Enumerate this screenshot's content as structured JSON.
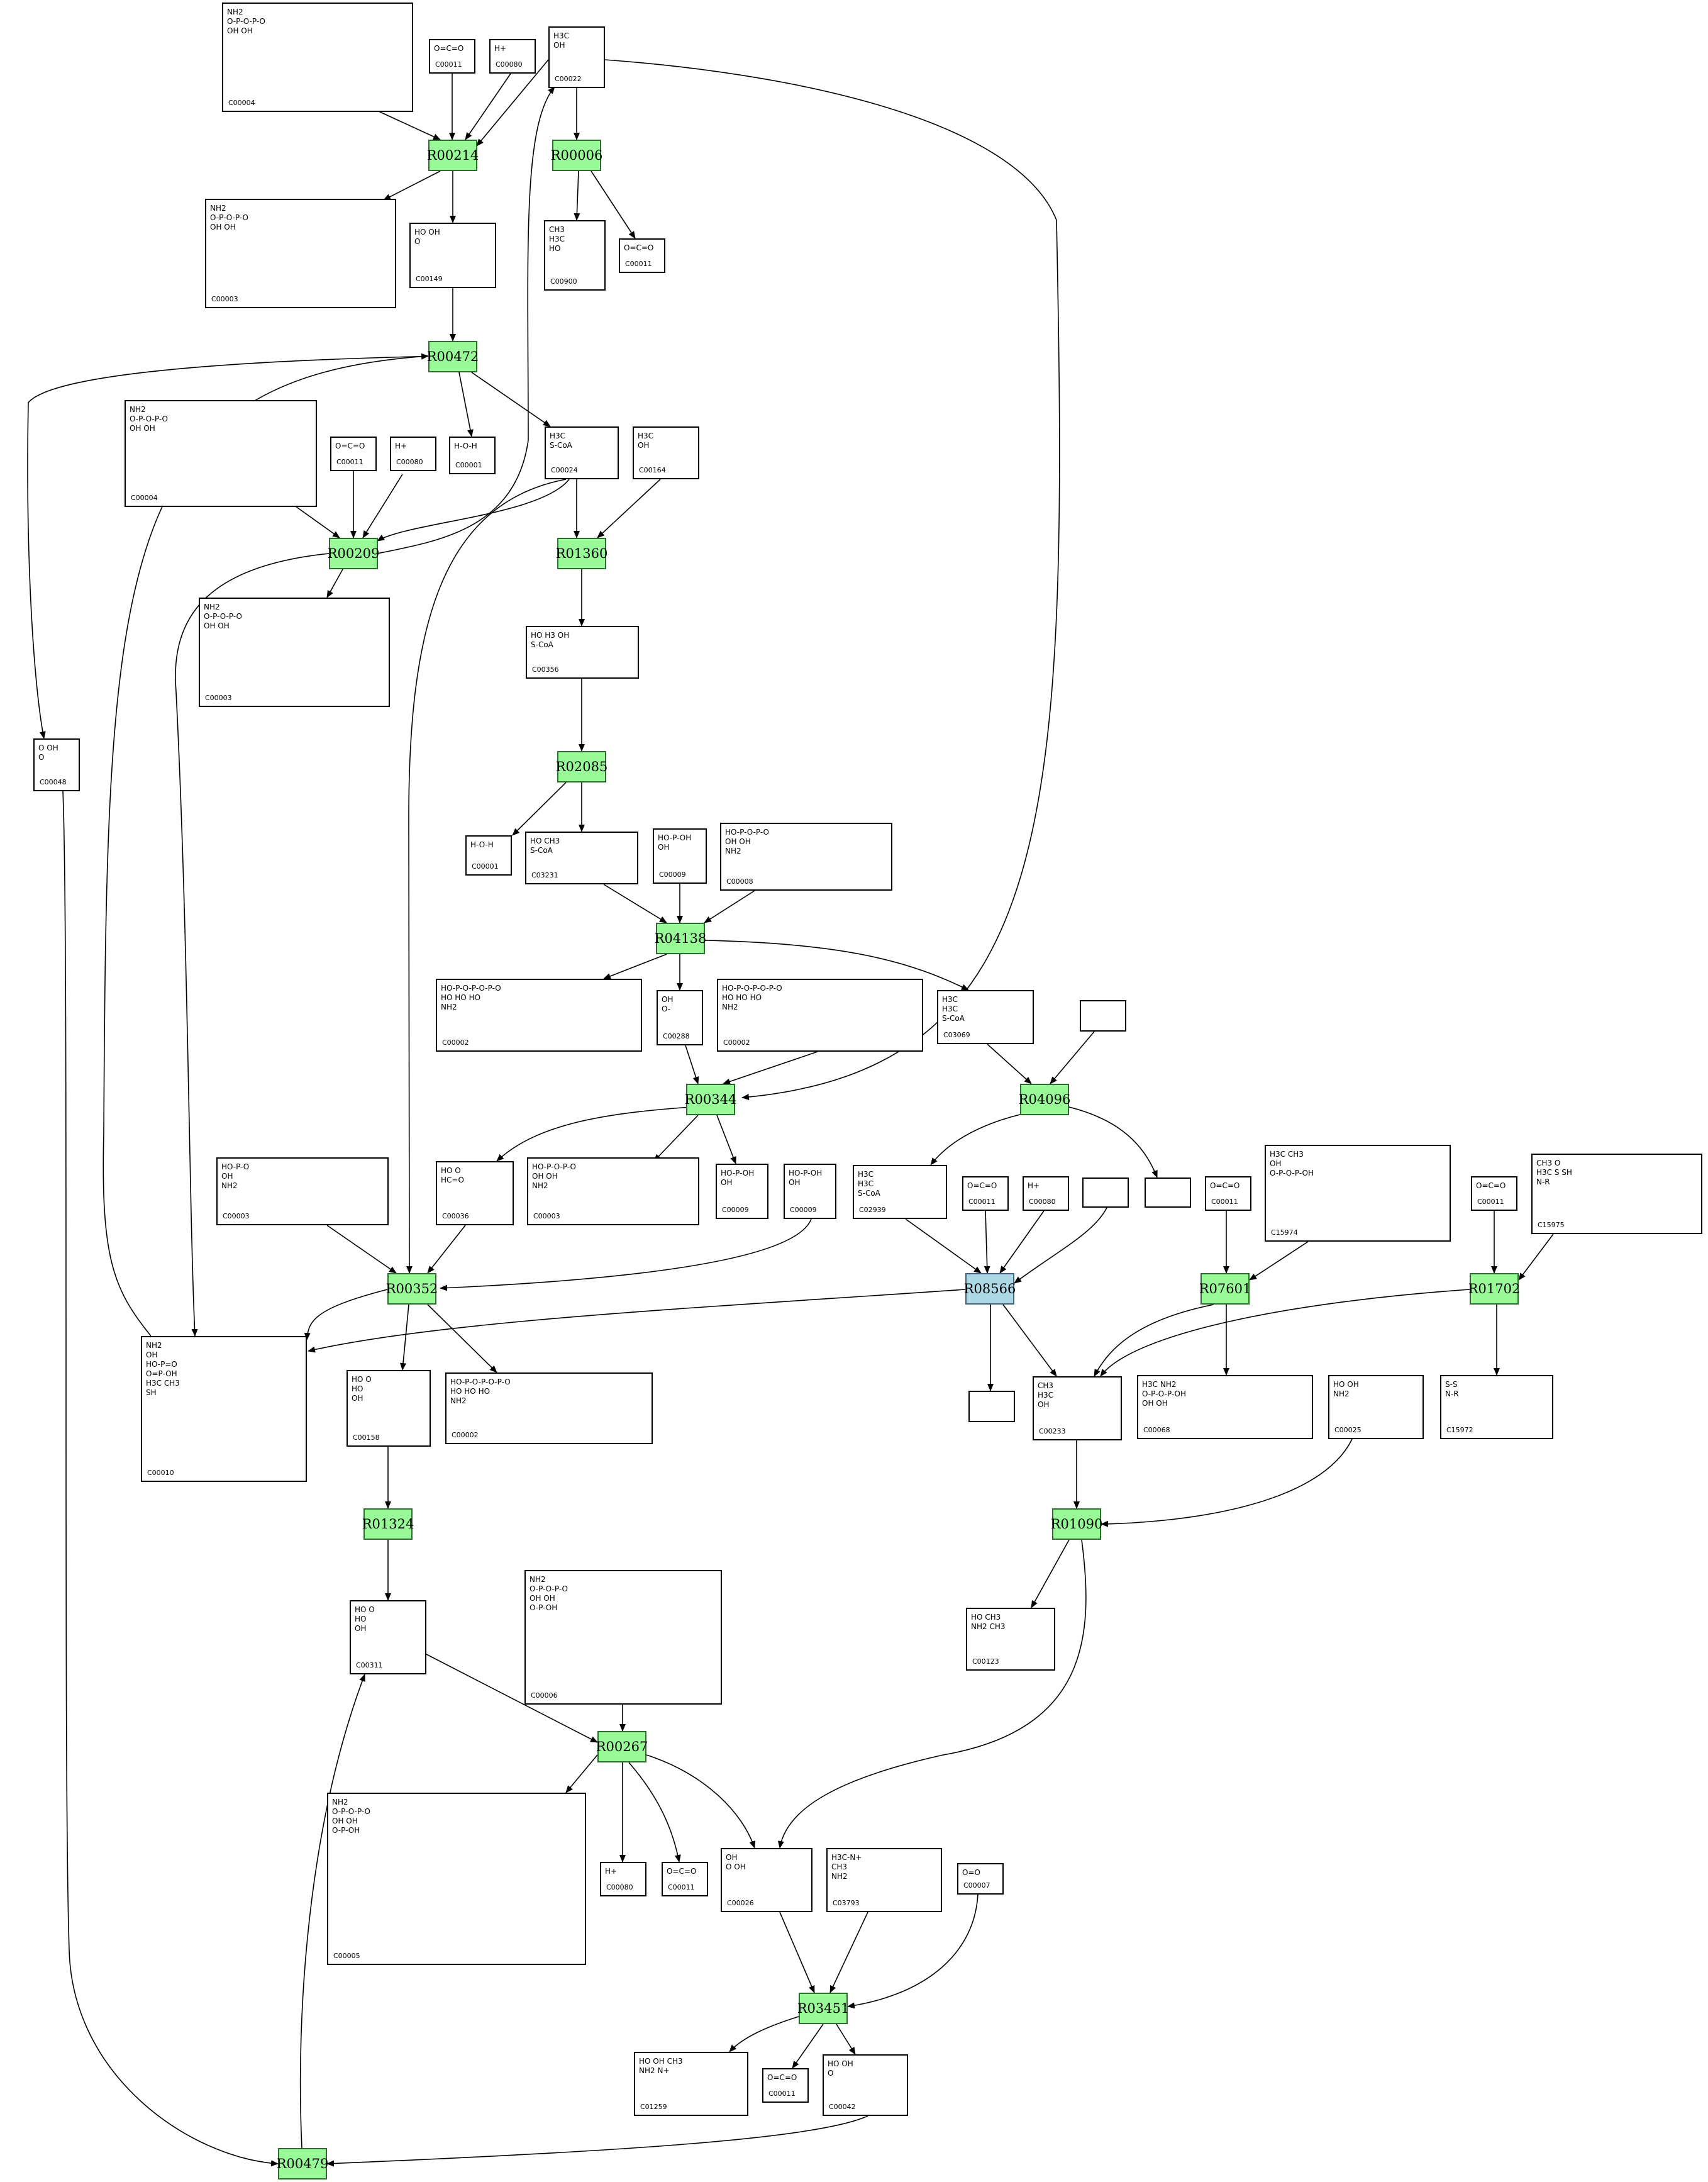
{
  "reactions": [
    {
      "id": "r00214",
      "label": "R00214"
    },
    {
      "id": "r00006",
      "label": "R00006"
    },
    {
      "id": "r00472",
      "label": "R00472"
    },
    {
      "id": "r00209",
      "label": "R00209"
    },
    {
      "id": "r01360",
      "label": "R01360"
    },
    {
      "id": "r02085",
      "label": "R02085"
    },
    {
      "id": "r04138",
      "label": "R04138"
    },
    {
      "id": "r00344",
      "label": "R00344"
    },
    {
      "id": "r04096",
      "label": "R04096"
    },
    {
      "id": "r08566",
      "label": "R08566",
      "color": "#add8e6"
    },
    {
      "id": "r07601",
      "label": "R07601"
    },
    {
      "id": "r01702",
      "label": "R01702"
    },
    {
      "id": "r00352",
      "label": "R00352"
    },
    {
      "id": "r01324",
      "label": "R01324"
    },
    {
      "id": "r01090",
      "label": "R01090"
    },
    {
      "id": "r00267",
      "label": "R00267"
    },
    {
      "id": "r03451",
      "label": "R03451"
    },
    {
      "id": "r00479",
      "label": "R00479"
    }
  ],
  "compounds": [
    {
      "id": "c00004a",
      "code": "C00004",
      "text": [
        "NH2",
        "O-P-O-P-O",
        "OH  OH"
      ]
    },
    {
      "id": "c00011a",
      "code": "C00011",
      "text": [
        "O=C=O"
      ]
    },
    {
      "id": "c00080a",
      "code": "C00080",
      "text": [
        "H+"
      ]
    },
    {
      "id": "c00022",
      "code": "C00022",
      "text": [
        "H3C",
        "OH"
      ]
    },
    {
      "id": "c00003a",
      "code": "C00003",
      "text": [
        "NH2",
        "O-P-O-P-O",
        "OH  OH"
      ]
    },
    {
      "id": "c00149",
      "code": "C00149",
      "text": [
        "HO  OH",
        "O"
      ]
    },
    {
      "id": "c00900",
      "code": "C00900",
      "text": [
        "CH3",
        "H3C",
        "HO"
      ]
    },
    {
      "id": "c00011b",
      "code": "C00011",
      "text": [
        "O=C=O"
      ]
    },
    {
      "id": "c00004b",
      "code": "C00004",
      "text": [
        "NH2",
        "O-P-O-P-O",
        "OH  OH"
      ]
    },
    {
      "id": "c00011c",
      "code": "C00011",
      "text": [
        "O=C=O"
      ]
    },
    {
      "id": "c00080b",
      "code": "C00080",
      "text": [
        "H+"
      ]
    },
    {
      "id": "c00001a",
      "code": "C00001",
      "text": [
        "H-O-H"
      ]
    },
    {
      "id": "c00024",
      "code": "C00024",
      "text": [
        "H3C",
        "S-CoA"
      ]
    },
    {
      "id": "c00164",
      "code": "C00164",
      "text": [
        "H3C",
        "OH"
      ]
    },
    {
      "id": "c00003b",
      "code": "C00003",
      "text": [
        "NH2",
        "O-P-O-P-O",
        "OH  OH"
      ]
    },
    {
      "id": "c00048",
      "code": "C00048",
      "text": [
        "O  OH",
        "O"
      ]
    },
    {
      "id": "c00356",
      "code": "C00356",
      "text": [
        "HO  H3  OH",
        "S-CoA"
      ]
    },
    {
      "id": "c00001b",
      "code": "C00001",
      "text": [
        "H-O-H"
      ]
    },
    {
      "id": "c03231",
      "code": "C03231",
      "text": [
        "HO  CH3",
        "S-CoA"
      ]
    },
    {
      "id": "c00009a",
      "code": "C00009",
      "text": [
        "HO-P-OH",
        "OH"
      ]
    },
    {
      "id": "c00008",
      "code": "C00008",
      "text": [
        "HO-P-O-P-O",
        "OH  OH",
        "NH2"
      ]
    },
    {
      "id": "c00002a",
      "code": "C00002",
      "text": [
        "HO-P-O-P-O-P-O",
        "HO HO HO",
        "NH2"
      ]
    },
    {
      "id": "c00288",
      "code": "C00288",
      "text": [
        "OH",
        "O-"
      ]
    },
    {
      "id": "c00002b",
      "code": "C00002",
      "text": [
        "HO-P-O-P-O-P-O",
        "HO HO HO",
        "NH2"
      ]
    },
    {
      "id": "c03069",
      "code": "C03069",
      "text": [
        "H3C",
        "H3C",
        "S-CoA"
      ]
    },
    {
      "id": "cblank1",
      "code": "",
      "text": []
    },
    {
      "id": "c00003c",
      "code": "C00003",
      "text": [
        "HO-P-O",
        "OH",
        "NH2"
      ]
    },
    {
      "id": "c00036",
      "code": "C00036",
      "text": [
        "HO  O",
        "HC=O"
      ]
    },
    {
      "id": "c00003d",
      "code": "C00003",
      "text": [
        "HO-P-O-P-O",
        "OH  OH",
        "NH2"
      ]
    },
    {
      "id": "c00009b",
      "code": "C00009",
      "text": [
        "HO-P-OH",
        "OH"
      ]
    },
    {
      "id": "c00009c",
      "code": "C00009",
      "text": [
        "HO-P-OH",
        "OH"
      ]
    },
    {
      "id": "c02939",
      "code": "C02939",
      "text": [
        "H3C",
        "H3C",
        "S-CoA"
      ]
    },
    {
      "id": "c00011d",
      "code": "C00011",
      "text": [
        "O=C=O"
      ]
    },
    {
      "id": "c00080c",
      "code": "C00080",
      "text": [
        "H+"
      ]
    },
    {
      "id": "cblank2",
      "code": "",
      "text": []
    },
    {
      "id": "cblank3",
      "code": "",
      "text": []
    },
    {
      "id": "c00011e",
      "code": "C00011",
      "text": [
        "O=C=O"
      ]
    },
    {
      "id": "c15974",
      "code": "C15974",
      "text": [
        "H3C  CH3",
        "OH",
        "O-P-O-P-OH"
      ]
    },
    {
      "id": "c00011f",
      "code": "C00011",
      "text": [
        "O=C=O"
      ]
    },
    {
      "id": "c15975",
      "code": "C15975",
      "text": [
        "CH3  O",
        "H3C   S   SH",
        "N-R"
      ]
    },
    {
      "id": "c00010",
      "code": "C00010",
      "text": [
        "NH2",
        "OH",
        "HO-P=O",
        "O=P-OH",
        "H3C  CH3",
        "SH"
      ]
    },
    {
      "id": "c00158",
      "code": "C00158",
      "text": [
        "HO  O",
        "HO",
        "OH"
      ]
    },
    {
      "id": "c00002c",
      "code": "C00002",
      "text": [
        "HO-P-O-P-O-P-O",
        "HO HO HO",
        "NH2"
      ]
    },
    {
      "id": "cblank4",
      "code": "",
      "text": []
    },
    {
      "id": "c00233",
      "code": "C00233",
      "text": [
        "CH3",
        "H3C",
        "OH"
      ]
    },
    {
      "id": "c00068",
      "code": "C00068",
      "text": [
        "H3C  NH2",
        "O-P-O-P-OH",
        "OH  OH"
      ]
    },
    {
      "id": "c00025",
      "code": "C00025",
      "text": [
        "HO   OH",
        "NH2"
      ]
    },
    {
      "id": "c15972",
      "code": "C15972",
      "text": [
        "S-S",
        "N-R"
      ]
    },
    {
      "id": "c00311",
      "code": "C00311",
      "text": [
        "HO  O",
        "HO",
        "OH"
      ]
    },
    {
      "id": "c00006",
      "code": "C00006",
      "text": [
        "NH2",
        "O-P-O-P-O",
        "OH  OH",
        "O-P-OH"
      ]
    },
    {
      "id": "c00123",
      "code": "C00123",
      "text": [
        "HO  CH3",
        "NH2 CH3"
      ]
    },
    {
      "id": "c00005",
      "code": "C00005",
      "text": [
        "NH2",
        "O-P-O-P-O",
        "OH  OH",
        "O-P-OH"
      ]
    },
    {
      "id": "c00080d",
      "code": "C00080",
      "text": [
        "H+"
      ]
    },
    {
      "id": "c00011g",
      "code": "C00011",
      "text": [
        "O=C=O"
      ]
    },
    {
      "id": "c00026",
      "code": "C00026",
      "text": [
        "OH",
        "O   OH"
      ]
    },
    {
      "id": "c03793",
      "code": "C03793",
      "text": [
        "H3C-N+",
        "CH3",
        "NH2"
      ]
    },
    {
      "id": "c00007",
      "code": "C00007",
      "text": [
        "O=O"
      ]
    },
    {
      "id": "c01259",
      "code": "C01259",
      "text": [
        "HO  OH  CH3",
        "NH2    N+"
      ]
    },
    {
      "id": "c00011h",
      "code": "C00011",
      "text": [
        "O=C=O"
      ]
    },
    {
      "id": "c00042",
      "code": "C00042",
      "text": [
        "HO   OH",
        "O"
      ]
    }
  ],
  "colors": {
    "reaction_fill": "#98fb98",
    "reaction_alt_fill": "#add8e6",
    "edge": "#000000"
  }
}
